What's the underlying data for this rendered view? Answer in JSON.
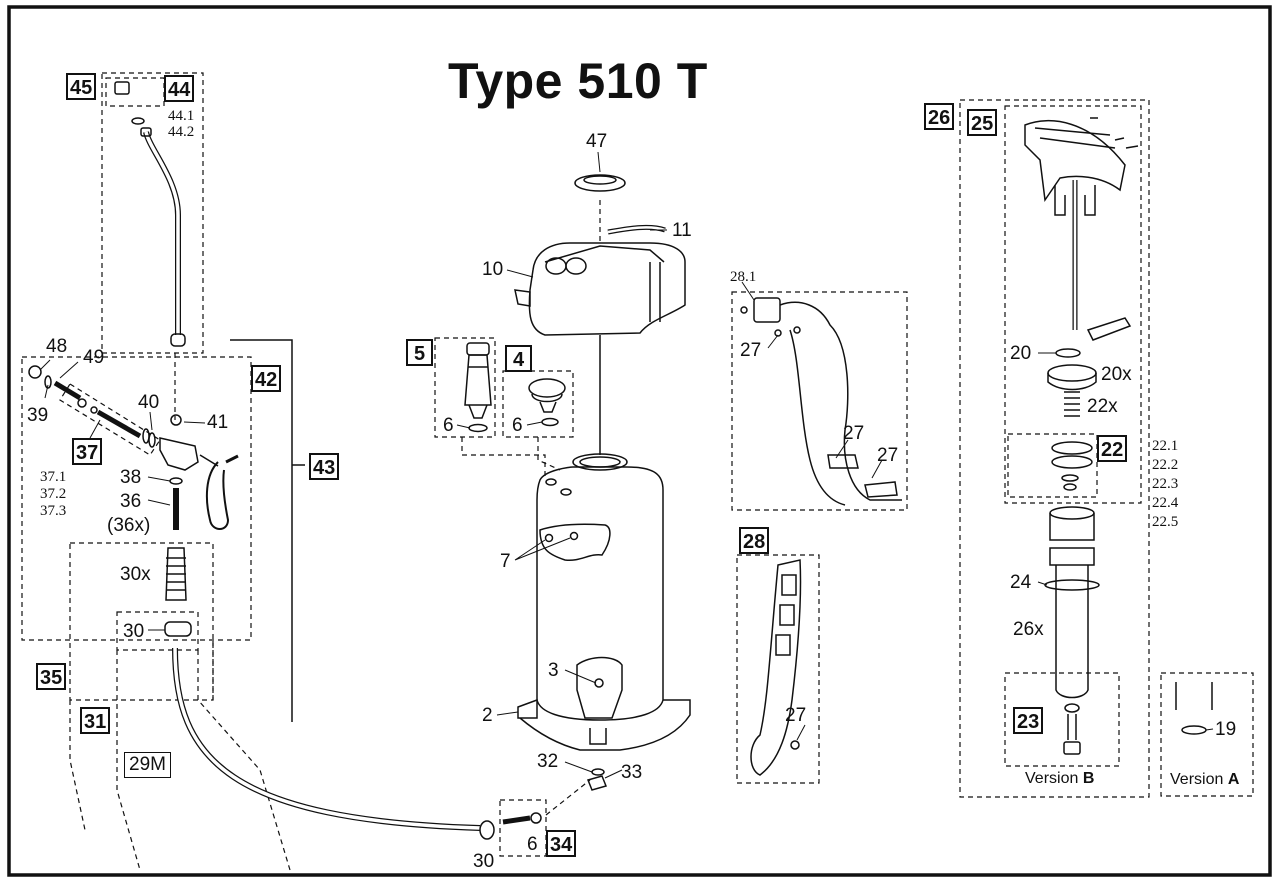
{
  "title": "Type 510 T",
  "boxed_labels": {
    "b45": "45",
    "b44": "44",
    "b42": "42",
    "b43": "43",
    "b37": "37",
    "b35": "35",
    "b31": "31",
    "b5": "5",
    "b4": "4",
    "b28": "28",
    "b26": "26",
    "b25": "25",
    "b22": "22",
    "b23": "23",
    "b34": "34"
  },
  "labels": {
    "l44_1": "44.1",
    "l44_2": "44.2",
    "l48": "48",
    "l49": "49",
    "l39": "39",
    "l40": "40",
    "l41": "41",
    "l37_1": "37.1",
    "l37_2": "37.2",
    "l37_3": "37.3",
    "l38": "38",
    "l36": "36",
    "l36x": "(36x)",
    "l30x": "30x",
    "l30a": "30",
    "l29M": "29M",
    "l30b": "30",
    "l6c": "6",
    "l47": "47",
    "l11": "11",
    "l10": "10",
    "l6a": "6",
    "l6b": "6",
    "l7": "7",
    "l3": "3",
    "l2": "2",
    "l32": "32",
    "l33": "33",
    "l28_1": "28.1",
    "l27a": "27",
    "l27b": "27",
    "l27c": "27",
    "l27d": "27",
    "l20": "20",
    "l20x": "20x",
    "l22x": "22x",
    "l22_1": "22.1",
    "l22_2": "22.2",
    "l22_3": "22.3",
    "l22_4": "22.4",
    "l22_5": "22.5",
    "l24": "24",
    "l26x": "26x",
    "l19": "19"
  },
  "versions": {
    "vb_text": "Version ",
    "vb_bold": "B",
    "va_text": "Version ",
    "va_bold": "A"
  }
}
